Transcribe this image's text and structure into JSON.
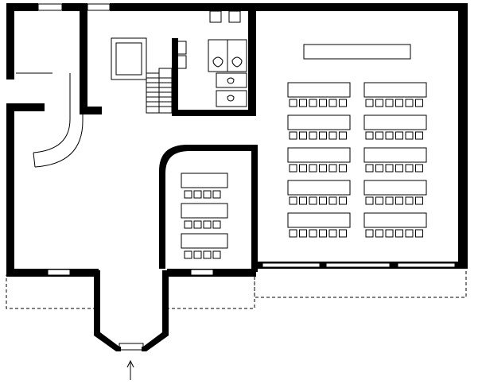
{
  "plan": {
    "kind": "floor-plan",
    "labels": [],
    "rooms": [
      "entrance-porch",
      "lobby",
      "staircase",
      "lift",
      "restrooms",
      "small-seminar-room",
      "large-lecture-hall"
    ],
    "small_seminar_room": {
      "tables": 3,
      "chairs_per_table": 4
    },
    "lecture_hall": {
      "table_rows": 5,
      "table_columns": 2,
      "chairs_per_table": 6,
      "lectern": 1
    },
    "restrooms": {
      "toilets": 4,
      "sinks": 2
    },
    "entrance_arrow": "up"
  }
}
